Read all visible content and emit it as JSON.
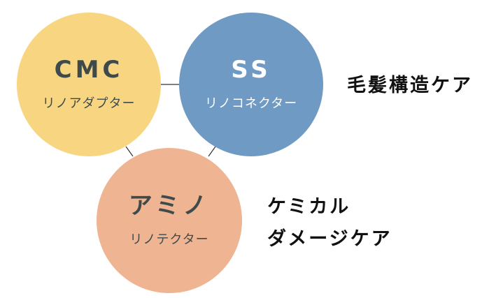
{
  "colors": {
    "cmc_fill": "#f8d580",
    "ss_fill": "#6f9ac3",
    "amino_fill": "#efb492",
    "dark_text": "#3f4a4b",
    "light_text": "#ffffff",
    "connector": "#333333"
  },
  "nodes": [
    {
      "id": "cmc",
      "title": "CMC",
      "subtitle": "リノアダプター"
    },
    {
      "id": "ss",
      "title": "SS",
      "subtitle": "リノコネクター"
    },
    {
      "id": "amino",
      "title": "アミノ",
      "subtitle": "リノテクター"
    }
  ],
  "labels": {
    "hair_structure_care": "毛髪構造ケア",
    "chemical_damage_care": [
      "ケミカル",
      "ダメージケア"
    ]
  }
}
